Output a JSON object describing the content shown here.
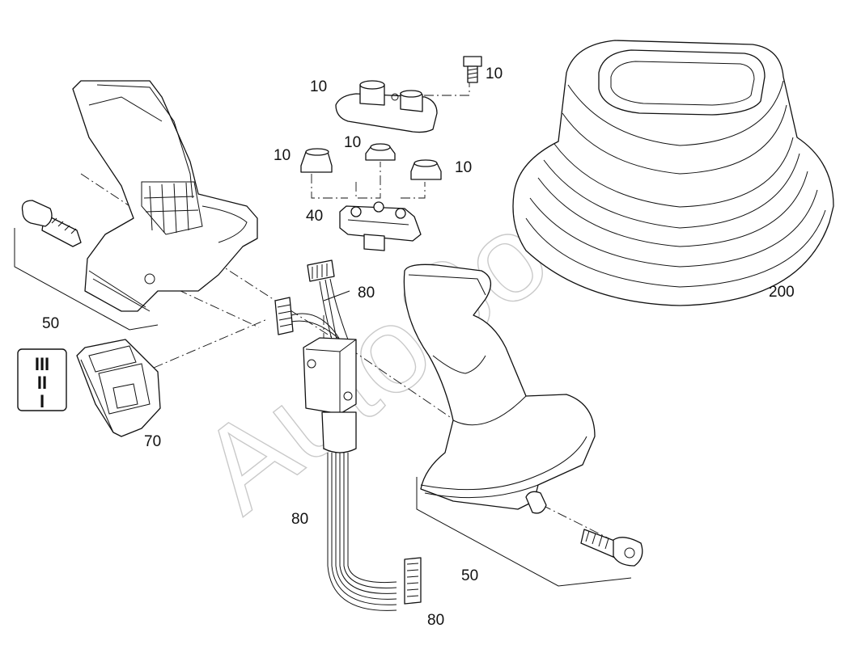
{
  "labels": {
    "bolt_top": "10",
    "button_base": "10",
    "cap_left": "10",
    "cap_center": "10",
    "cap_right": "10",
    "switch_block": "40",
    "cable_connector_top": "80",
    "cable_middle": "80",
    "cable_connector_bottom": "80",
    "housing_left": "50",
    "housing_right": "50",
    "rocker_switch": "70",
    "bellows": "200"
  },
  "rocker_symbol": [
    "III",
    "II",
    "I"
  ],
  "watermark": "AutoSoft"
}
